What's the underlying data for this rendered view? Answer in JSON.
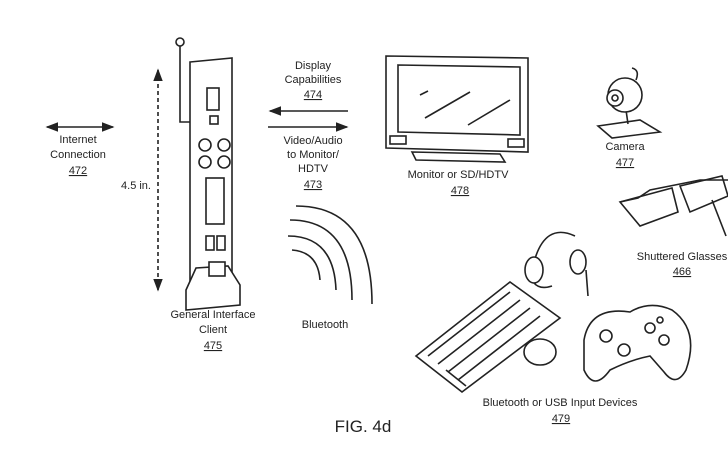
{
  "internet": {
    "label1": "Internet",
    "label2": "Connection",
    "num": "472"
  },
  "height": {
    "label": "4.5 in."
  },
  "client": {
    "label1": "General Interface",
    "label2": "Client",
    "num": "475"
  },
  "display_caps": {
    "label1": "Display",
    "label2": "Capabilities",
    "num": "474"
  },
  "video_audio": {
    "label1": "Video/Audio",
    "label2": "to Monitor/",
    "label3": "HDTV",
    "num": "473"
  },
  "monitor": {
    "label": "Monitor or SD/HDTV",
    "num": "478"
  },
  "camera": {
    "label": "Camera",
    "num": "477"
  },
  "glasses": {
    "label": "Shuttered Glasses",
    "num": "466"
  },
  "bluetooth": {
    "label": "Bluetooth"
  },
  "input_devices": {
    "label": "Bluetooth or USB Input Devices",
    "num": "479"
  },
  "figure": {
    "caption": "FIG. 4d"
  }
}
